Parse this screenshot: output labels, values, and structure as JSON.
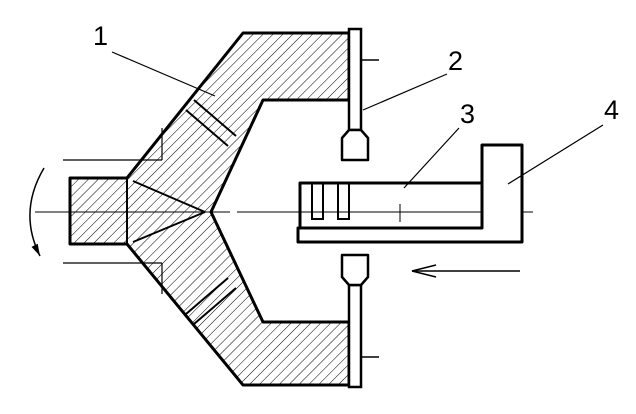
{
  "diagram": {
    "colors": {
      "line": "#000000",
      "background": "#ffffff"
    },
    "callouts": {
      "part1": "1",
      "part2": "2",
      "part3": "3",
      "part4": "4"
    },
    "icons": {
      "rotation_arrow": "curved-rotation-arrow",
      "feed_arrow": "feed-direction-left-arrow"
    }
  }
}
